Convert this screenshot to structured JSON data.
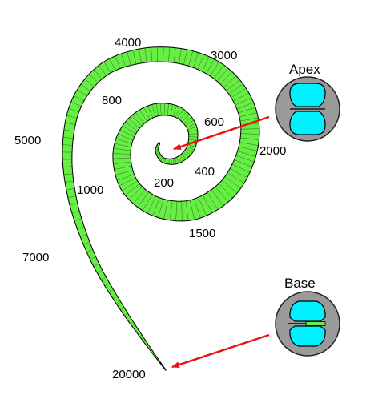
{
  "frequency_labels": {
    "f20000": "20000",
    "f7000": "7000",
    "f5000": "5000",
    "f4000": "4000",
    "f3000": "3000",
    "f2000": "2000",
    "f1500": "1500",
    "f1000": "1000",
    "f800": "800",
    "f600": "600",
    "f400": "400",
    "f200": "200"
  },
  "markers": {
    "apex": "Apex",
    "base": "Base"
  },
  "colors": {
    "membrane": "#66ee44",
    "membrane_stroke": "#000000",
    "arrow": "#ee1111",
    "disc": "#9a9a9a",
    "chamber": "#00f0ff"
  },
  "icons": {
    "apex_section": "cochlea-cross-section-icon",
    "base_section": "cochlea-cross-section-icon"
  }
}
